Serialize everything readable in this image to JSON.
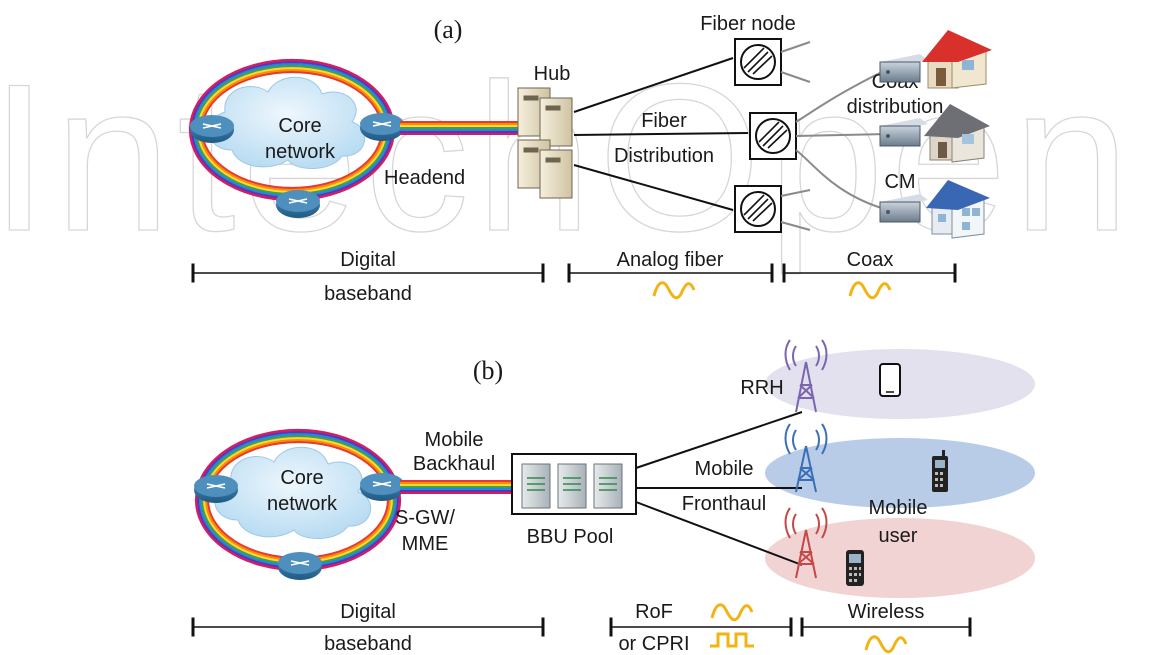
{
  "watermark": "IntechOpen",
  "panel_a": {
    "label": "(a)",
    "core": [
      "Core",
      "network"
    ],
    "headend": "Headend",
    "hub": "Hub",
    "fiber_node": "Fiber node",
    "fiber_dist": [
      "Fiber",
      "Distribution"
    ],
    "coax_dist": [
      "Coax",
      "distribution"
    ],
    "cm": "CM",
    "seg_digital": [
      "Digital",
      "baseband"
    ],
    "seg_analog": "Analog fiber",
    "seg_coax": "Coax"
  },
  "panel_b": {
    "label": "(b)",
    "core": [
      "Core",
      "network"
    ],
    "backhaul": [
      "Mobile",
      "Backhaul"
    ],
    "sgw": [
      "S-GW/",
      "MME"
    ],
    "bbu": "BBU Pool",
    "rrh": "RRH",
    "fronthaul": [
      "Mobile",
      "Fronthaul"
    ],
    "mobile_user": [
      "Mobile",
      "user"
    ],
    "seg_digital": [
      "Digital",
      "baseband"
    ],
    "seg_rof": [
      "RoF",
      "or CPRI"
    ],
    "seg_wireless": "Wireless"
  },
  "colors": {
    "router": "#2f6f9a",
    "wave": "#f2b315",
    "ellipse_top": "#e3e1ee",
    "ellipse_mid": "#b8cce8",
    "ellipse_bot": "#f1d3d3",
    "tower_purple": "#7b64b0",
    "tower_blue": "#3a6fb8",
    "tower_red": "#c44848"
  }
}
